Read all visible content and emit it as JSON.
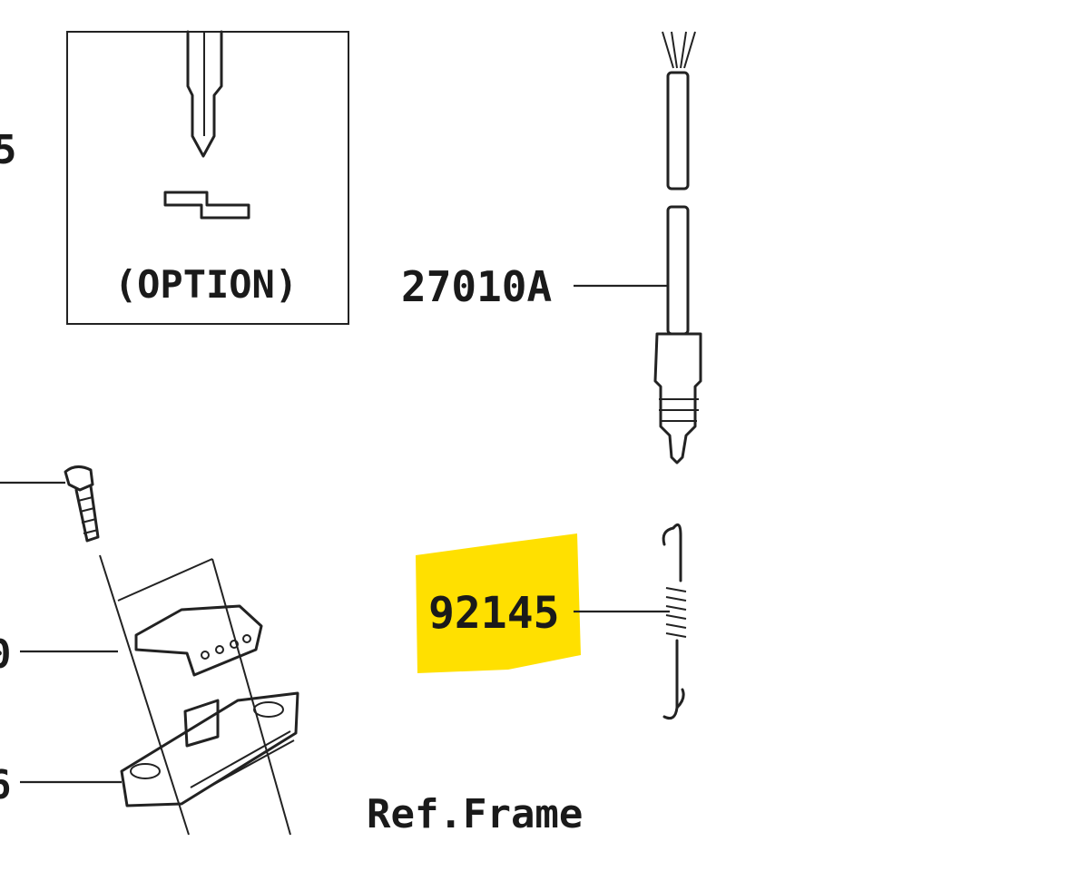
{
  "diagram": {
    "option_box_label": "(OPTION)",
    "ref_label": "Ref.Frame",
    "parts": [
      {
        "id": "27010A",
        "label": "27010A"
      },
      {
        "id": "92145",
        "label": "92145",
        "highlighted": true
      }
    ],
    "cut_labels": {
      "top_left": "5",
      "mid_left": "0",
      "bottom_left": "6"
    },
    "highlight_color": "#ffe000"
  }
}
